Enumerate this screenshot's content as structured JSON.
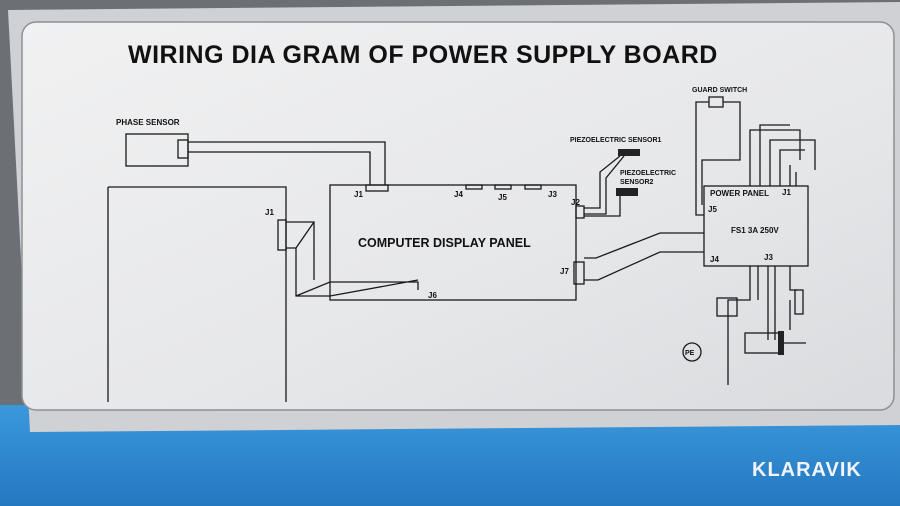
{
  "title": "WIRING DIA GRAM OF POWER SUPPLY BOARD",
  "components": {
    "phase_sensor": "PHASE SENSOR",
    "computer_display_panel": "COMPUTER DISPLAY  PANEL",
    "piezo_sensor1": "PIEZOELECTRIC SENSOR1",
    "piezo_sensor2_line1": "PIEZOELECTRIC",
    "piezo_sensor2_line2": "SENSOR2",
    "guard_switch": "GUARD SWITCH",
    "power_panel": "POWER PANEL",
    "fuse": "FS1  3A 250V",
    "pe": "PE"
  },
  "connectors": {
    "left_j1": "J1",
    "cdp_j1": "J1",
    "cdp_j4": "J4",
    "cdp_j5": "J5",
    "cdp_j3": "J3",
    "cdp_j2": "J2",
    "cdp_j7": "J7",
    "cdp_j6": "J6",
    "pp_j1": "J1",
    "pp_j5": "J5",
    "pp_j4": "J4",
    "pp_j3": "J3"
  },
  "watermark": "KLARAVIK",
  "colors": {
    "label": "#e9eaec",
    "frame": "#6e7276",
    "blue": "#2f8fd6"
  }
}
